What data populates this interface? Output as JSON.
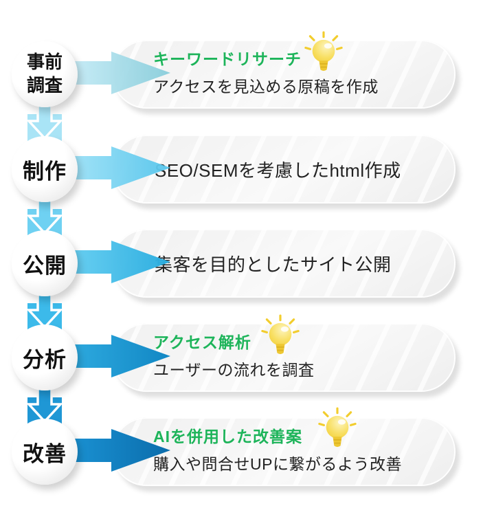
{
  "flow": {
    "steps": [
      {
        "label": "事前\n調査",
        "heading": "キーワードリサーチ",
        "description": "アクセスを見込める原稿を作成",
        "has_lightbulb": true,
        "arrow_colors": [
          "#c6ecf7",
          "#86ccda"
        ],
        "connector_color": "#a9e4f6"
      },
      {
        "label": "制作",
        "description": "SEO/SEMを考慮したhtml作成",
        "has_lightbulb": false,
        "arrow_colors": [
          "#9fe2f7",
          "#55c5ec"
        ],
        "connector_color": "#6fd1f2"
      },
      {
        "label": "公開",
        "description": "集客を目的としたサイト公開",
        "has_lightbulb": false,
        "arrow_colors": [
          "#66cff2",
          "#28acdf"
        ],
        "connector_color": "#3cbaea"
      },
      {
        "label": "分析",
        "heading": "アクセス解析",
        "description": "ユーザーの流れを調査",
        "has_lightbulb": true,
        "arrow_colors": [
          "#2fabe0",
          "#1187c4"
        ],
        "connector_color": "#1f97d5"
      },
      {
        "label": "改善",
        "heading": "AIを併用した改善案",
        "description": "購入や問合せUPに繋がるよう改善",
        "has_lightbulb": true,
        "arrow_colors": [
          "#1b93d4",
          "#0a6cab"
        ]
      }
    ],
    "colors": {
      "heading_green": "#1db45a",
      "body_text": "#222222",
      "lightbulb_yellow": "#f5d33f"
    },
    "icons": {
      "lightbulb": "lightbulb-icon",
      "flow_arrow": "right-arrow-icon",
      "connector": "down-arrow-icon"
    }
  }
}
